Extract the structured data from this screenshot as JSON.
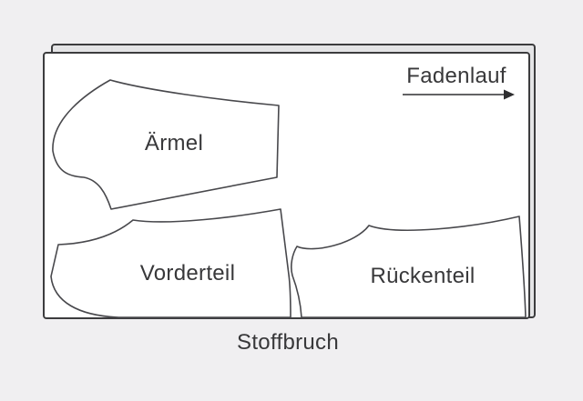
{
  "diagram": {
    "type": "sewing-pattern-cutting-layout",
    "labels": {
      "sleeve": "Ärmel",
      "front": "Vorderteil",
      "back": "Rückenteil",
      "grainline": "Fadenlauf",
      "fold": "Stoffbruch"
    },
    "grainline_arrow_direction": "right",
    "colors": {
      "page_background": "#f0eff1",
      "fabric_top_layer": "#ffffff",
      "fabric_bottom_layer": "#e4e4e6",
      "outline": "#3c3c3e",
      "piece_outline": "#48484c",
      "text": "#38383a"
    }
  }
}
